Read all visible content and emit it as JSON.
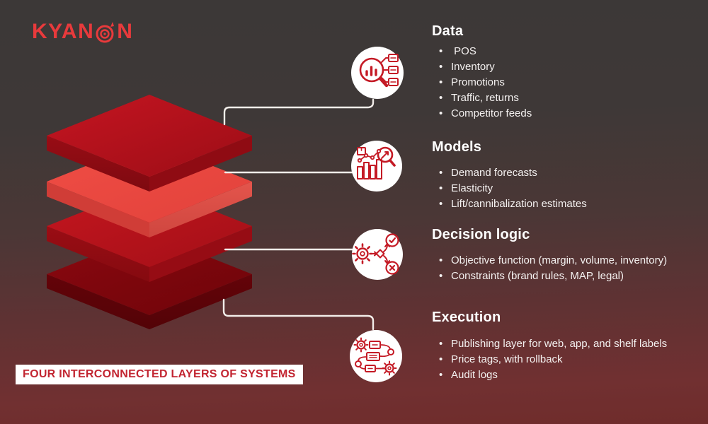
{
  "logo": {
    "brand_prefix": "KYAN",
    "brand_suffix": "N",
    "target_icon": "bullseye-target-icon",
    "color": "#e83a3c"
  },
  "banner": {
    "label": "FOUR INTERCONNECTED LAYERS OF SYSTEMS",
    "bg_color": "#ffffff",
    "text_color": "#c22531"
  },
  "diagram": {
    "layer_count": 4,
    "layers": [
      {
        "name": "data-layer",
        "top_color": "#bb1320"
      },
      {
        "name": "models-layer",
        "top_color": "#ee4a42"
      },
      {
        "name": "decision-logic-layer",
        "top_color": "#c2161f"
      },
      {
        "name": "execution-layer",
        "top_color": "#8a060e"
      }
    ],
    "connector_color": "#f2ede9",
    "icon_stroke_color": "#c41a25",
    "icon_circle_color": "#ffffff"
  },
  "sections": [
    {
      "title": "Data",
      "icon": "data-search-icon",
      "items": [
        " POS",
        "Inventory",
        "Promotions",
        "Traffic, returns",
        "Competitor feeds"
      ]
    },
    {
      "title": "Models",
      "icon": "forecast-analytics-icon",
      "items": [
        "Demand forecasts",
        "Elasticity",
        "Lift/cannibalization estimates"
      ]
    },
    {
      "title": "Decision logic",
      "icon": "decision-branch-icon",
      "items": [
        "Objective function (margin, volume, inventory)",
        "Constraints (brand rules, MAP, legal)"
      ]
    },
    {
      "title": "Execution",
      "icon": "workflow-gears-icon",
      "items": [
        "Publishing layer for web, app, and shelf labels",
        "Price tags, with rollback",
        "Audit logs"
      ]
    }
  ],
  "background": {
    "top_color": "#3c3837",
    "bottom_color": "#732e2f"
  }
}
